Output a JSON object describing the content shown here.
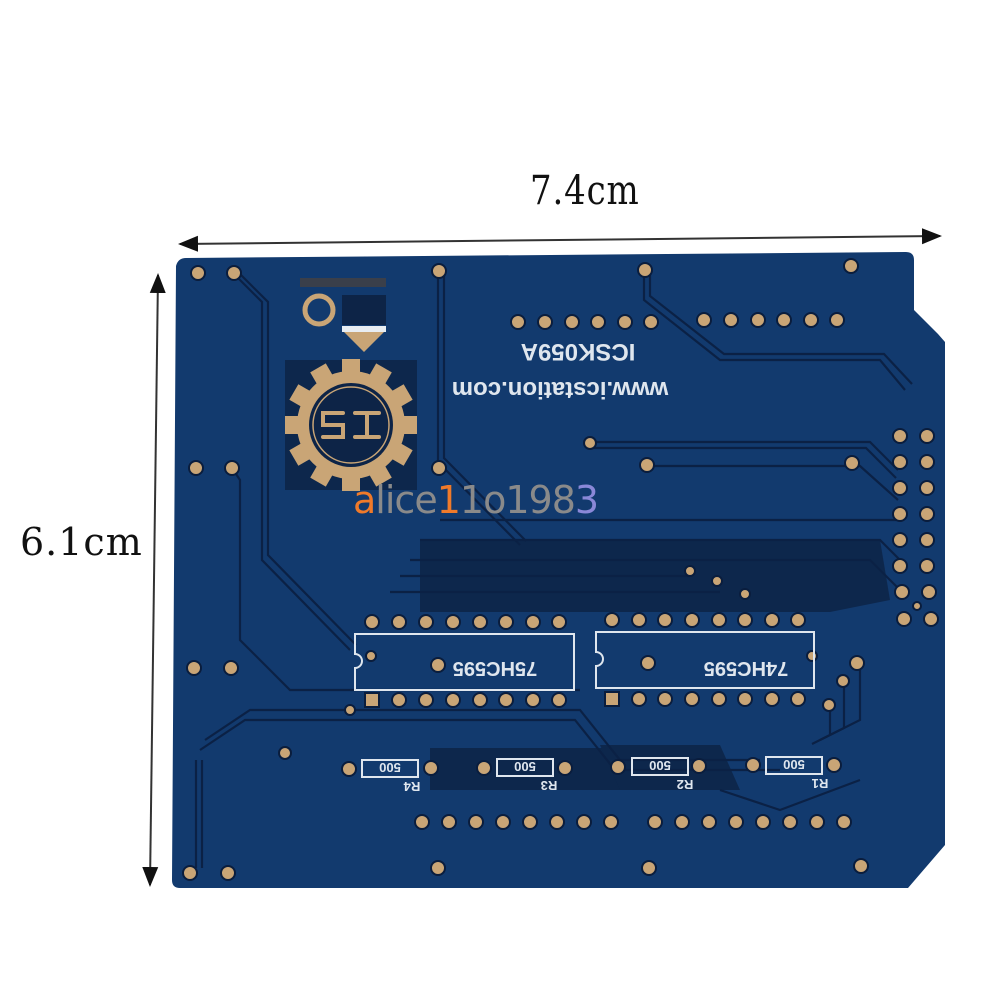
{
  "dimensions": {
    "width_label": "7.4cm",
    "height_label": "6.1cm"
  },
  "board": {
    "product_code": "ICSK059A",
    "website": "www.icstation.com",
    "logo_icon": "gear-si-logo-icon",
    "colors": {
      "solder_mask": "#123a6e",
      "trace": "#1a4b86",
      "ground_fill": "#0d2447",
      "pad": "#c9a576",
      "silkscreen": "#dfe6ee"
    },
    "ics": [
      {
        "label": "75HC595"
      },
      {
        "label": "74HC595"
      }
    ],
    "resistors": [
      {
        "ref": "R4",
        "value": "500"
      },
      {
        "ref": "R3",
        "value": "500"
      },
      {
        "ref": "R2",
        "value": "500"
      },
      {
        "ref": "R1",
        "value": "500"
      }
    ]
  },
  "watermark": {
    "chars": [
      {
        "c": "a",
        "color": "#f07a2a"
      },
      {
        "c": "l",
        "color": "#8a8a8a"
      },
      {
        "c": "i",
        "color": "#8a8a8a"
      },
      {
        "c": "c",
        "color": "#8a8a8a"
      },
      {
        "c": "e",
        "color": "#8a8a8a"
      },
      {
        "c": "1",
        "color": "#f07a2a"
      },
      {
        "c": "1",
        "color": "#8a8a8a"
      },
      {
        "c": "o",
        "color": "#8a8a8a"
      },
      {
        "c": "1",
        "color": "#8a8a8a"
      },
      {
        "c": "9",
        "color": "#8a8a8a"
      },
      {
        "c": "8",
        "color": "#8a8a8a"
      },
      {
        "c": "3",
        "color": "#8a88d8"
      }
    ]
  }
}
